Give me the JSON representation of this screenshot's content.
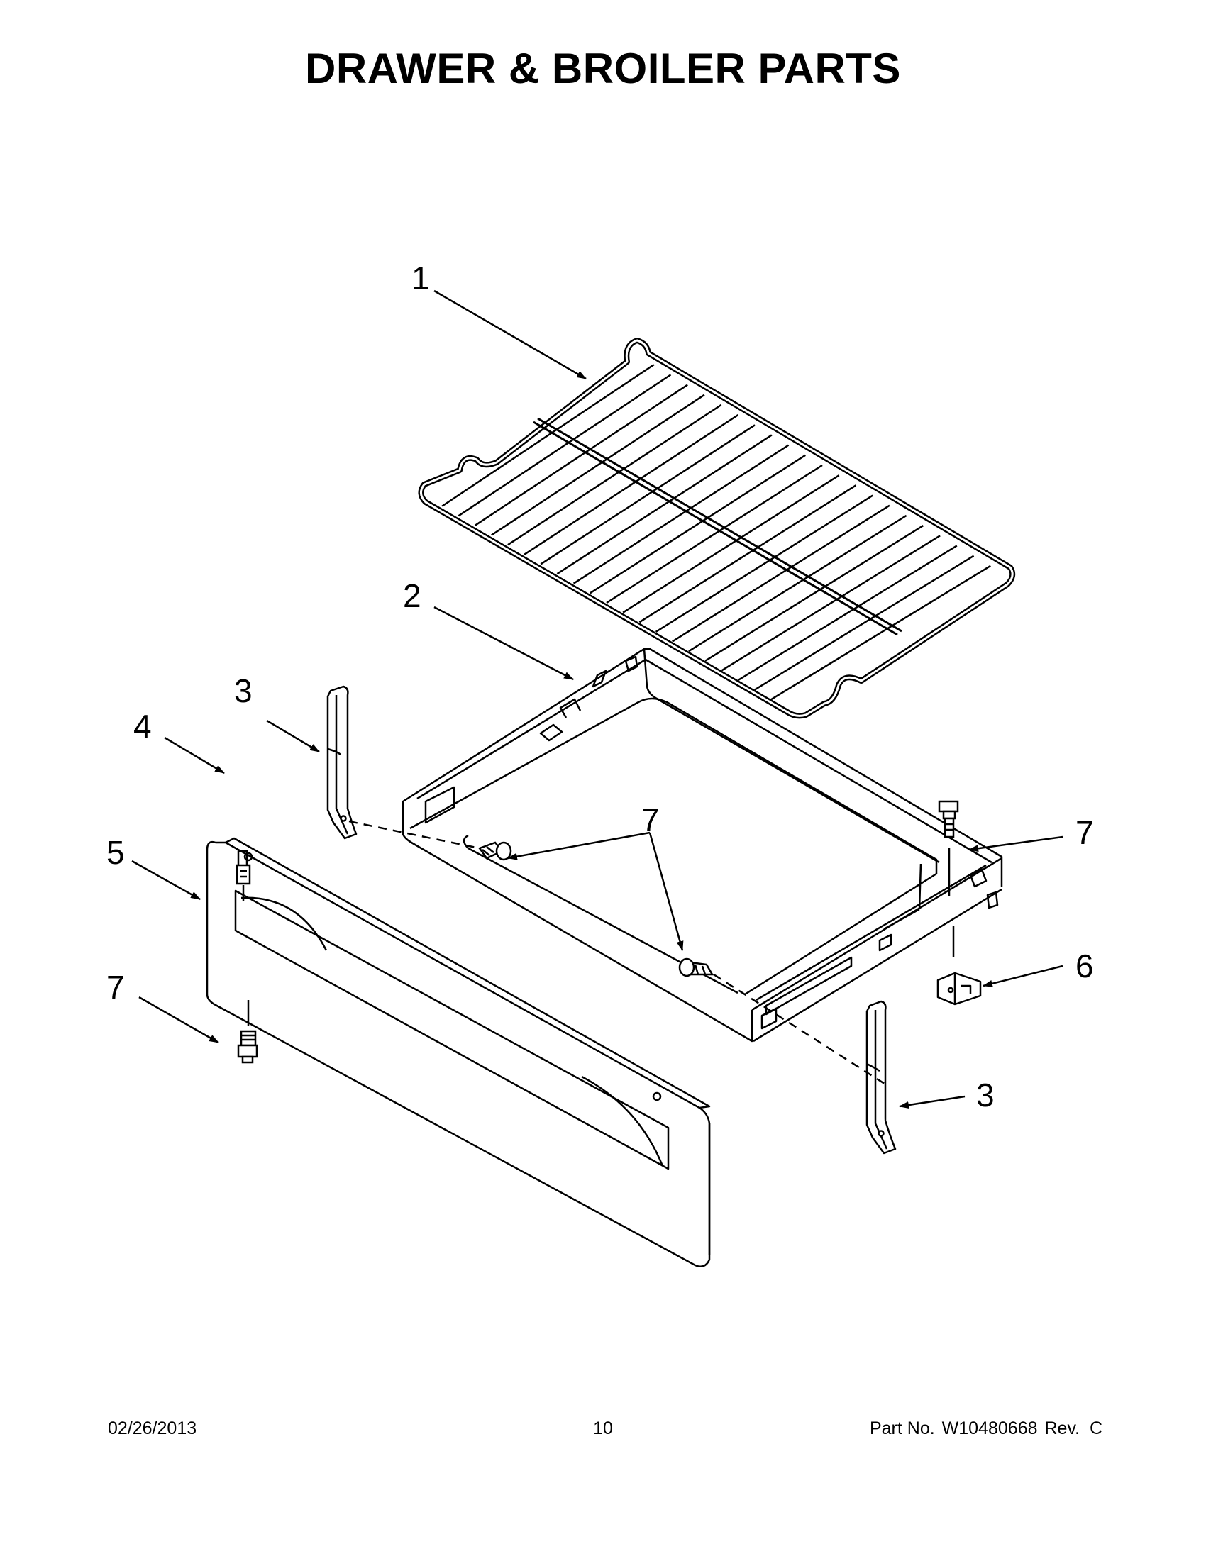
{
  "page": {
    "title": "DRAWER & BROILER PARTS"
  },
  "callouts": [
    {
      "id": "rack",
      "label": "1"
    },
    {
      "id": "drawer-body",
      "label": "2"
    },
    {
      "id": "slide-left",
      "label": "3"
    },
    {
      "id": "slide-right",
      "label": "3"
    },
    {
      "id": "stop",
      "label": "4"
    },
    {
      "id": "drawer-front",
      "label": "5"
    },
    {
      "id": "clip",
      "label": "6"
    },
    {
      "id": "screw-top-right",
      "label": "7"
    },
    {
      "id": "screw-inside",
      "label": "7"
    },
    {
      "id": "screw-front-bottom",
      "label": "7"
    }
  ],
  "footer": {
    "date": "02/26/2013",
    "page_number": "10",
    "part_label": "Part No.",
    "part_number": "W10480668",
    "revision": "Rev.  C"
  }
}
